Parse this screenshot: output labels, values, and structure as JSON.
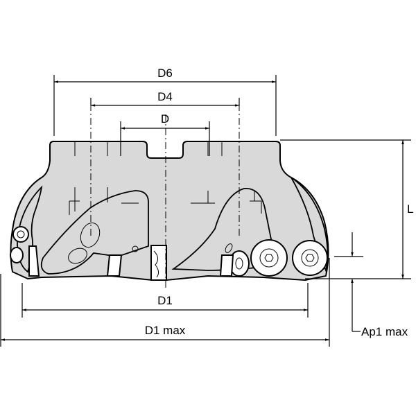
{
  "diagram": {
    "title": "Face milling cutter dimension drawing",
    "dimensions": {
      "d6": "D6",
      "d4": "D4",
      "d": "D",
      "l": "L",
      "d1": "D1",
      "d1max": "D1 max",
      "ap1max": "Ap1 max"
    },
    "colors": {
      "body_fill": "#d9d9d9",
      "line": "#000000",
      "background": "#ffffff"
    }
  }
}
